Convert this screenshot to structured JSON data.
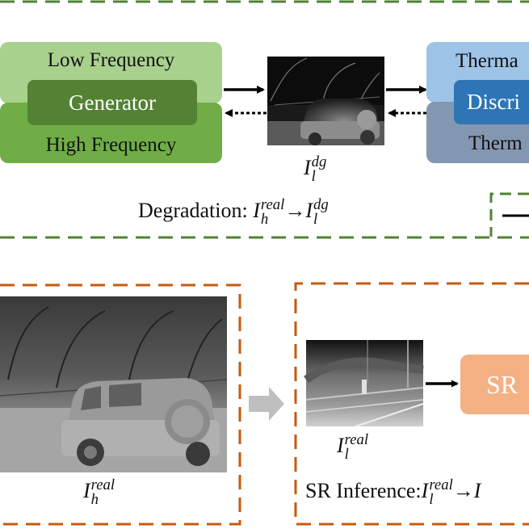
{
  "top": {
    "generator": {
      "low_label": "Low Frequency",
      "center_label": "Generator",
      "high_label": "High Frequency"
    },
    "discriminator": {
      "top_label": "Therma",
      "center_label": "Discri",
      "bottom_label": "Therm"
    },
    "image_label": {
      "base": "I",
      "sub": "l",
      "sup": "dg"
    },
    "caption": {
      "prefix": "Degradation: ",
      "lhs_base": "I",
      "lhs_sub": "h",
      "lhs_sup": "real",
      "arrow": "→",
      "rhs_base": "I",
      "rhs_sub": "l",
      "rhs_sup": "dg"
    }
  },
  "bottom": {
    "hr_label": {
      "base": "I",
      "sub": "h",
      "sup": "real"
    },
    "lr_label": {
      "base": "I",
      "sub": "l",
      "sup": "real"
    },
    "sr_box": "SR",
    "caption": {
      "prefix": "SR Inference:",
      "lhs_base": "I",
      "lhs_sub": "l",
      "lhs_sup": "real",
      "arrow": "→",
      "rhs_base": "I"
    }
  },
  "colors": {
    "green_dash": "#538135",
    "orange_dash": "#C55A11",
    "gen_light": "#A9D18E",
    "gen_mid": "#548235",
    "gen_dark": "#70AD47",
    "disc_light": "#9DC3E6",
    "disc_mid": "#2E75B6",
    "disc_bottom": "#8497B0",
    "sr_box": "#F4B183",
    "gray_arrow": "#BFBFBF"
  }
}
